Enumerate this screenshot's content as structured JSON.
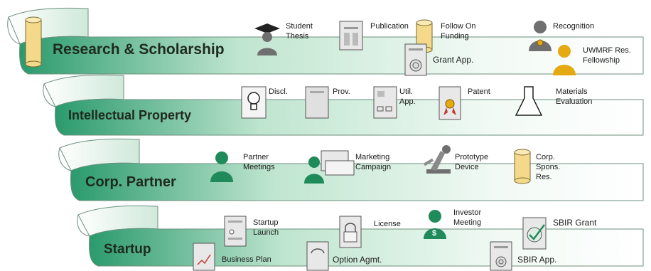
{
  "colors": {
    "band_light": "#f2faf5",
    "band_dark": "#2a9a6c",
    "band_edge": "#6d8f7e",
    "person_green": "#1f8a5a",
    "person_gray": "#6f6f6f",
    "person_gold": "#e5a912",
    "cylinder_fill": "#f4d98a",
    "doc_fill": "#e8e8e8"
  },
  "bands": [
    {
      "id": "research",
      "title": "Research  & Scholarship"
    },
    {
      "id": "ip",
      "title": "Intellectual Property"
    },
    {
      "id": "corp",
      "title": "Corp. Partner"
    },
    {
      "id": "startup",
      "title": "Startup"
    }
  ],
  "items": {
    "student_thesis": {
      "label": "Student\nThesis",
      "icon": "graduate-icon"
    },
    "publication": {
      "label": "Publication",
      "icon": "document-icon"
    },
    "follow_on_funding": {
      "label": "Follow On\nFunding",
      "icon": "cylinder-icon"
    },
    "recognition": {
      "label": "Recognition",
      "icon": "medal-person-icon"
    },
    "grant_app": {
      "label": "Grant App.",
      "icon": "certificate-icon"
    },
    "uwmrf_fellowship": {
      "label": "UWMRF Res.\nFellowship",
      "icon": "person-icon"
    },
    "discl": {
      "label": "Discl.",
      "icon": "lightbulb-icon"
    },
    "prov": {
      "label": "Prov.",
      "icon": "document-icon"
    },
    "util_app": {
      "label": "Util.\nApp.",
      "icon": "flowchart-document-icon"
    },
    "patent": {
      "label": "Patent",
      "icon": "ribbon-document-icon"
    },
    "materials_evaluation": {
      "label": "Materials\nEvaluation",
      "icon": "flask-icon"
    },
    "partner_meetings": {
      "label": "Partner\nMeetings",
      "icon": "person-icon"
    },
    "marketing_campaign": {
      "label": "Marketing\nCampaign",
      "icon": "presenter-icon"
    },
    "prototype_device": {
      "label": "Prototype\nDevice",
      "icon": "microscope-icon"
    },
    "corp_spons_res": {
      "label": "Corp.\nSpons.\nRes.",
      "icon": "cylinder-icon"
    },
    "startup_launch": {
      "label": "Startup\nLaunch",
      "icon": "document-icon"
    },
    "license": {
      "label": "License",
      "icon": "lock-document-icon"
    },
    "investor_meeting": {
      "label": "Investor\nMeeting",
      "icon": "money-person-icon"
    },
    "sbir_grant": {
      "label": "SBIR Grant",
      "icon": "checkmark-certificate-icon"
    },
    "business_plan": {
      "label": "Business  Plan",
      "icon": "chart-document-icon"
    },
    "option_agmt": {
      "label": "Option Agmt.",
      "icon": "document-icon"
    },
    "sbir_app": {
      "label": "SBIR App.",
      "icon": "certificate-icon"
    }
  }
}
